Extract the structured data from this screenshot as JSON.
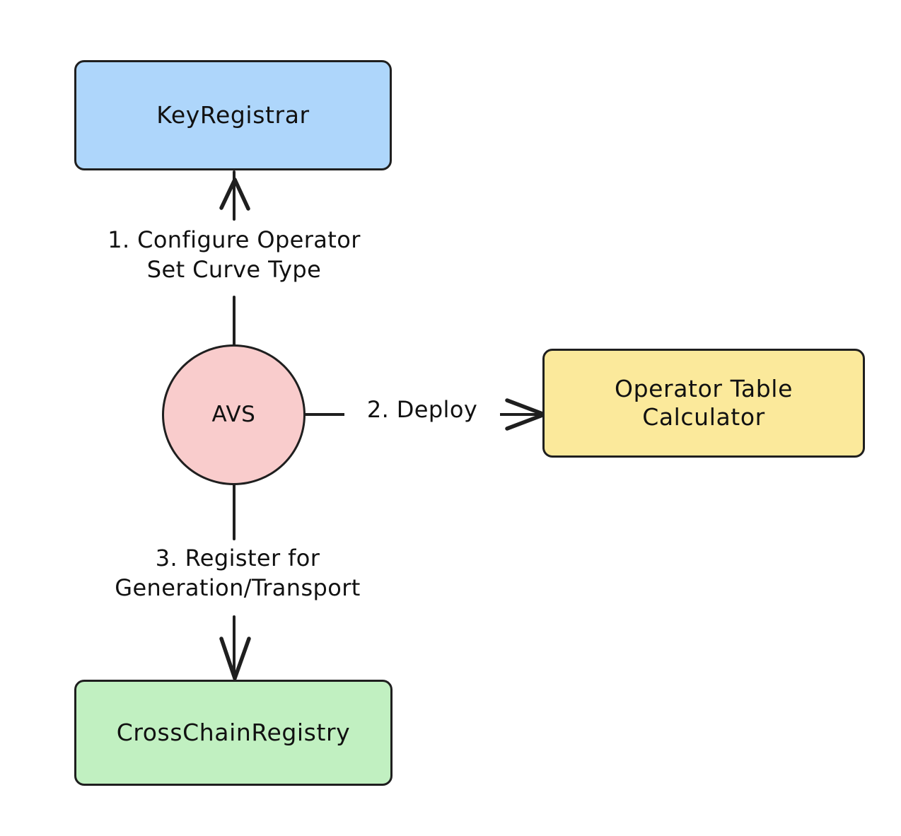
{
  "diagram": {
    "type": "flowchart",
    "direction": "top-to-bottom",
    "background": "#ffffff",
    "stroke_color": "#1f1f1f",
    "text_color": "#111111",
    "nodes": [
      {
        "id": "keyregistrar",
        "label": "KeyRegistrar",
        "shape": "rounded-rect",
        "fill": "#aed6fb"
      },
      {
        "id": "avs",
        "label": "AVS",
        "shape": "circle",
        "fill": "#f9cccc"
      },
      {
        "id": "operator-table-calculator",
        "label": "Operator Table\nCalculator",
        "shape": "rounded-rect",
        "fill": "#fbe99b"
      },
      {
        "id": "crosschainregistry",
        "label": "CrossChainRegistry",
        "shape": "rounded-rect",
        "fill": "#c1f0c1"
      }
    ],
    "edges": [
      {
        "id": "edge-1",
        "from": "avs",
        "to": "keyregistrar",
        "label": "1. Configure Operator\nSet Curve Type",
        "arrow": "open-up"
      },
      {
        "id": "edge-2",
        "from": "avs",
        "to": "operator-table-calculator",
        "label": "2. Deploy",
        "arrow": "open-right"
      },
      {
        "id": "edge-3",
        "from": "avs",
        "to": "crosschainregistry",
        "label": "3. Register for\nGeneration/Transport",
        "arrow": "open-down"
      }
    ]
  }
}
